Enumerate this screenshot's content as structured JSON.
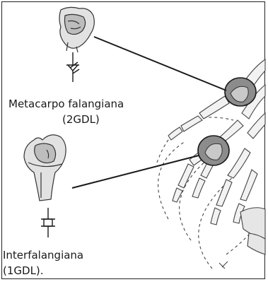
{
  "figure": {
    "labels": {
      "mcp_title": "Metacarpo falangiana",
      "mcp_dof": "(2GDL)",
      "ip_title": "Interfalangiana",
      "ip_dof": "(1GDL)."
    },
    "colors": {
      "line": "#1a1a1a",
      "joint_fill": "#8c8c8c",
      "bone": "#d9d9d9",
      "sketch": "#555555"
    },
    "icons": [
      "mcp-bone-sketch",
      "mcp-joint-symbol",
      "ip-bone-sketch",
      "ip-joint-symbol",
      "hand-skeleton-illustration"
    ]
  }
}
